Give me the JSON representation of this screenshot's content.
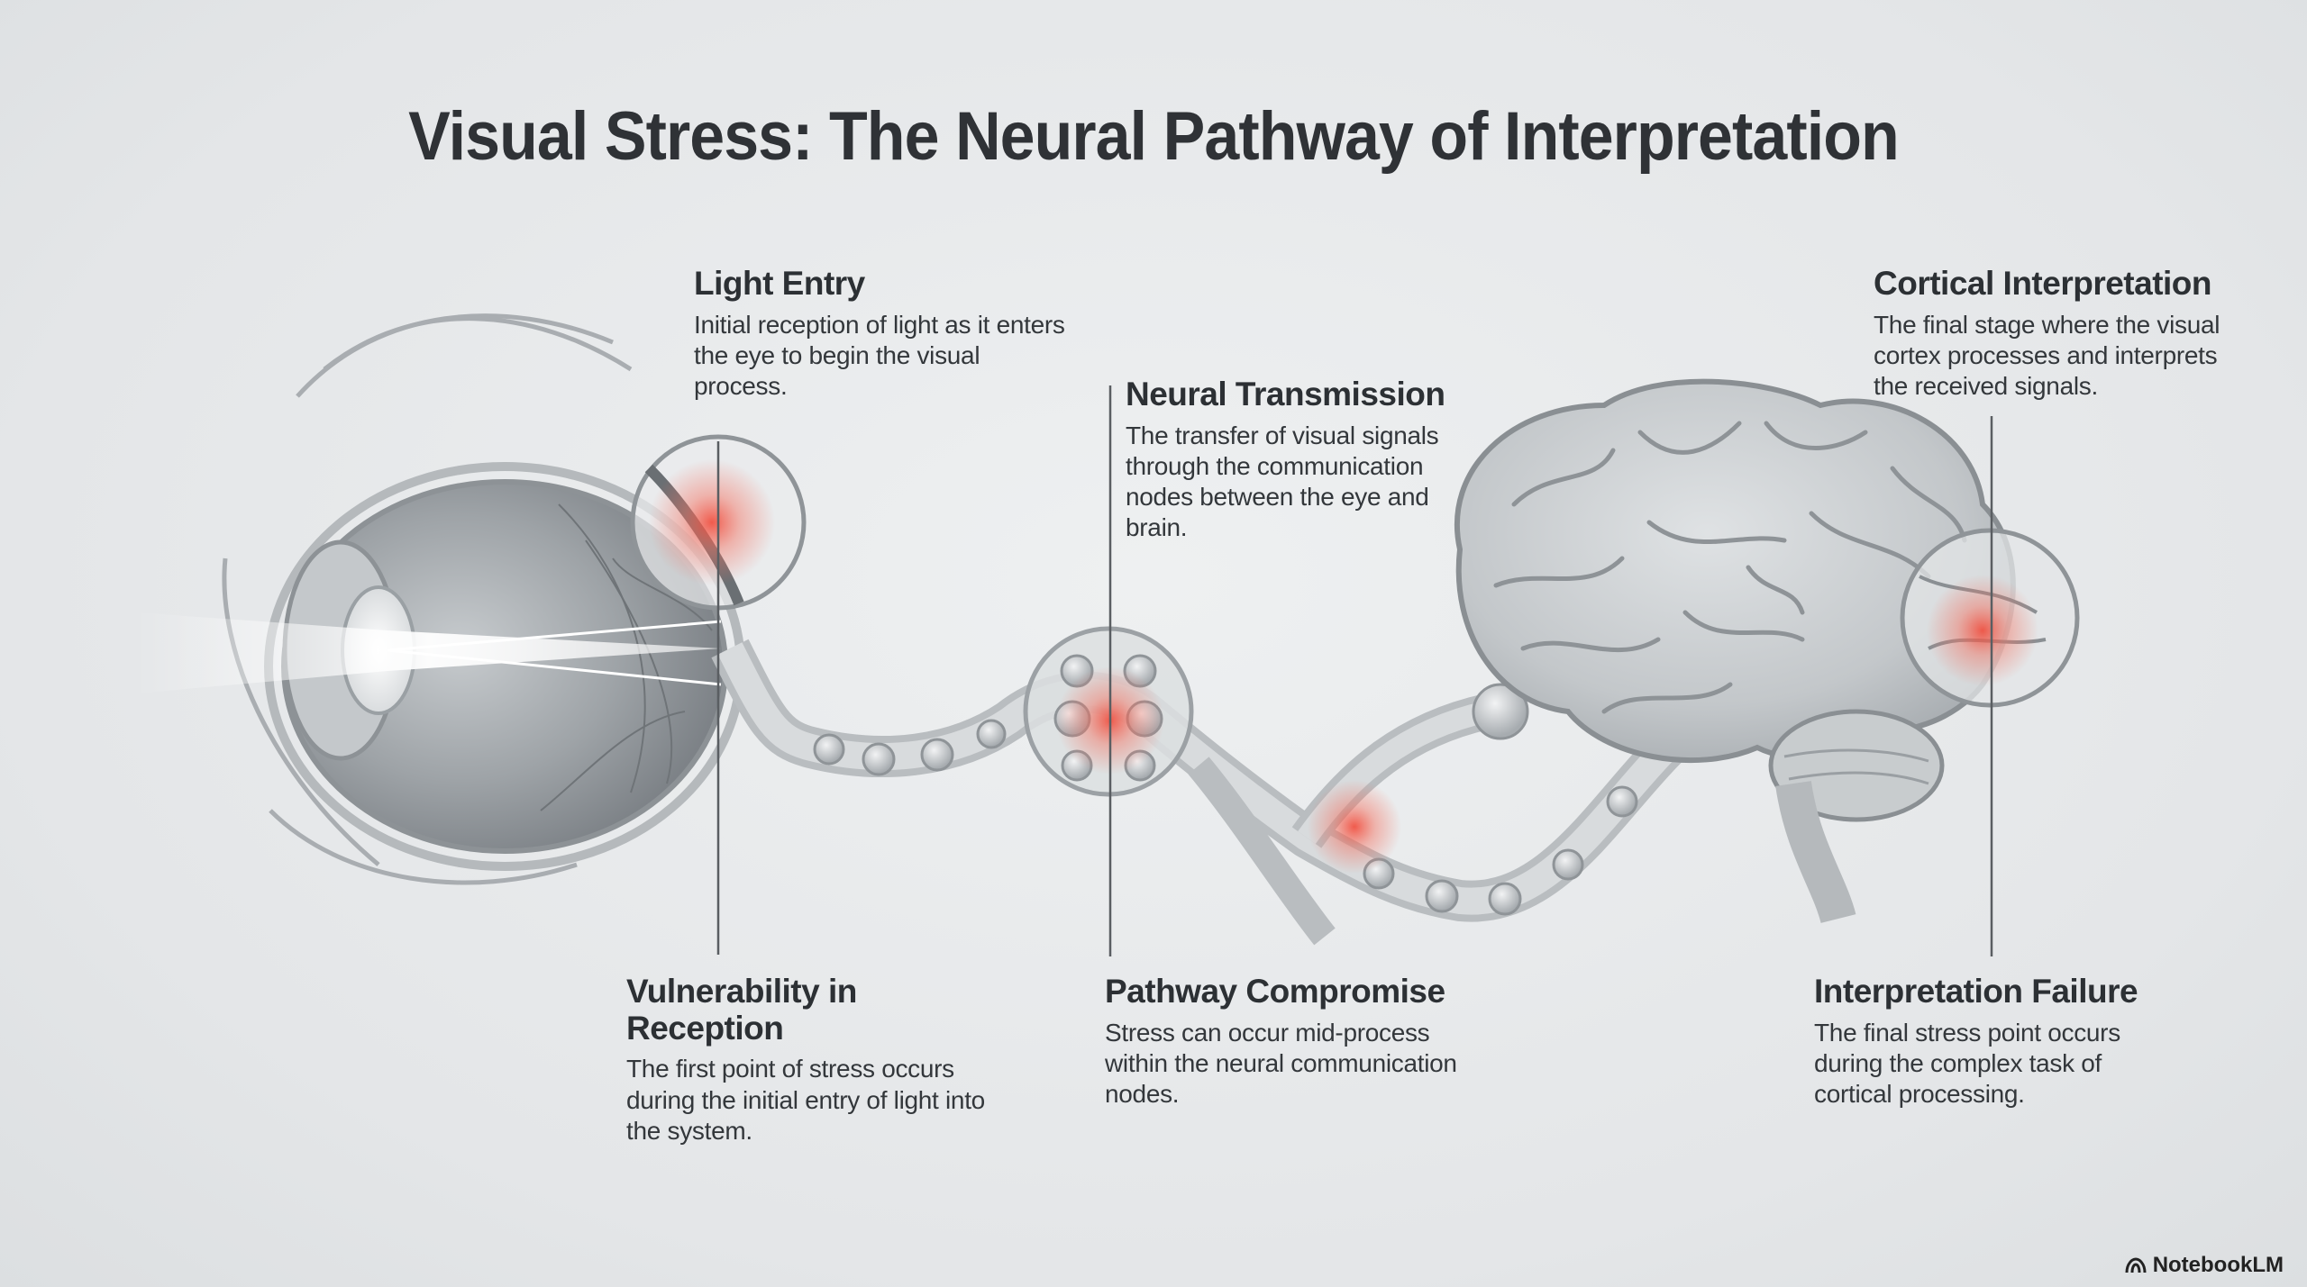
{
  "title": "Visual Stress: The Neural Pathway of Interpretation",
  "callouts": {
    "light_entry": {
      "heading": "Light Entry",
      "text": "Initial reception of light as it enters the eye to begin the visual process."
    },
    "neural_transmission": {
      "heading": "Neural Transmission",
      "text": "The transfer of visual signals through the communication nodes between the eye and brain."
    },
    "cortical_interpretation": {
      "heading": "Cortical Interpretation",
      "text": "The final stage where the visual cortex processes and interprets the received signals."
    },
    "vulnerability": {
      "heading": "Vulnerability in Reception",
      "text": "The first point of stress occurs during the initial entry of light into the system."
    },
    "pathway_compromise": {
      "heading": "Pathway Compromise",
      "text": "Stress can occur mid-process within the neural communication nodes."
    },
    "interpretation_failure": {
      "heading": "Interpretation Failure",
      "text": "The final stress point occurs during the complex task of cortical processing."
    }
  },
  "brand": {
    "label": "NotebookLM",
    "icon": "notebooklm-logo-icon"
  },
  "colors": {
    "stress_highlight": "#f04a3a",
    "line": "#5a5e62"
  }
}
